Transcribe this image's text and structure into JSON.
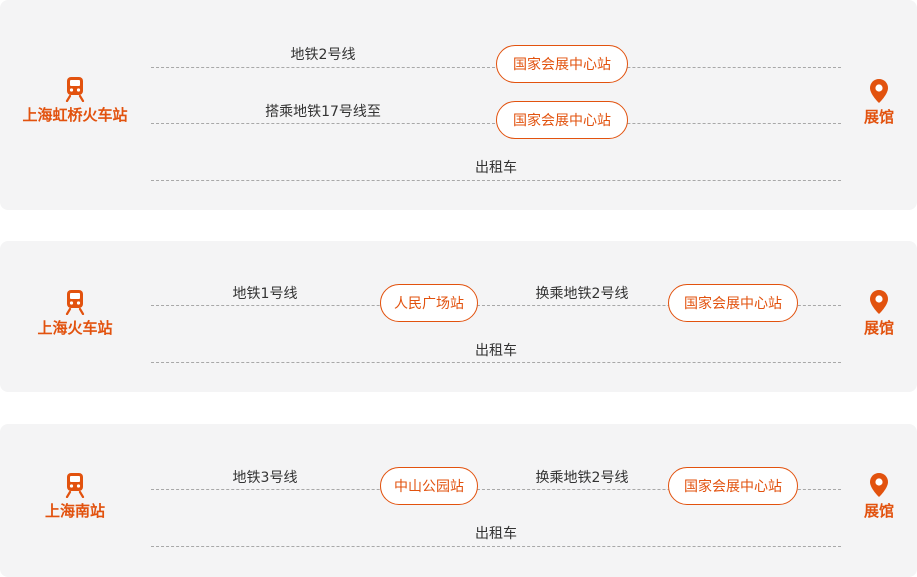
{
  "colors": {
    "accent": "#e2520e",
    "card_bg": "#f4f4f5",
    "line": "#a8a8a8"
  },
  "routes": [
    {
      "origin": {
        "label": "上海虹桥火车站",
        "icon": "train-icon"
      },
      "destination": {
        "label": "展馆",
        "icon": "location-pin-icon"
      },
      "options": [
        {
          "segments": [
            {
              "text": "地铁2号线"
            }
          ],
          "stops": [
            "国家会展中心站"
          ]
        },
        {
          "segments": [
            {
              "text": "搭乘地铁17号线至"
            }
          ],
          "stops": [
            "国家会展中心站"
          ]
        },
        {
          "segments": [
            {
              "text": "出租车"
            }
          ],
          "stops": []
        }
      ]
    },
    {
      "origin": {
        "label": "上海火车站",
        "icon": "train-icon"
      },
      "destination": {
        "label": "展馆",
        "icon": "location-pin-icon"
      },
      "options": [
        {
          "segments": [
            {
              "text": "地铁1号线"
            },
            {
              "text": "换乘地铁2号线"
            }
          ],
          "stops": [
            "人民广场站",
            "国家会展中心站"
          ]
        },
        {
          "segments": [
            {
              "text": "出租车"
            }
          ],
          "stops": []
        }
      ]
    },
    {
      "origin": {
        "label": "上海南站",
        "icon": "train-icon"
      },
      "destination": {
        "label": "展馆",
        "icon": "location-pin-icon"
      },
      "options": [
        {
          "segments": [
            {
              "text": "地铁3号线"
            },
            {
              "text": "换乘地铁2号线"
            }
          ],
          "stops": [
            "中山公园站",
            "国家会展中心站"
          ]
        },
        {
          "segments": [
            {
              "text": "出租车"
            }
          ],
          "stops": []
        }
      ]
    }
  ]
}
